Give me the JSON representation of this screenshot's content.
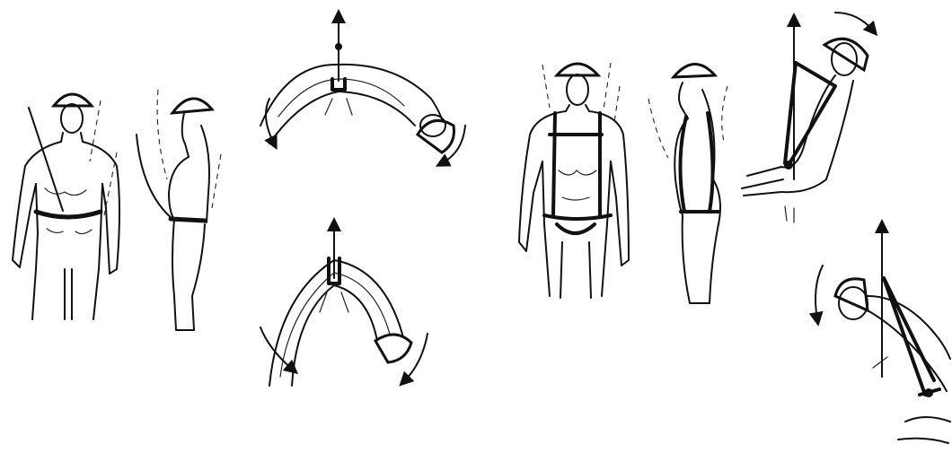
{
  "diagram": {
    "panels": [
      {
        "id": "belt-front",
        "group": "waist-belt"
      },
      {
        "id": "belt-side",
        "group": "waist-belt"
      },
      {
        "id": "belt-fall-bend-top",
        "group": "waist-belt"
      },
      {
        "id": "belt-fall-bend-bottom",
        "group": "waist-belt"
      },
      {
        "id": "harness-front",
        "group": "full-body-harness"
      },
      {
        "id": "harness-side",
        "group": "full-body-harness"
      },
      {
        "id": "harness-fall-top",
        "group": "full-body-harness"
      },
      {
        "id": "harness-fall-bottom",
        "group": "full-body-harness"
      }
    ],
    "colors": {
      "ink": "#111111",
      "background": "#ffffff"
    }
  }
}
